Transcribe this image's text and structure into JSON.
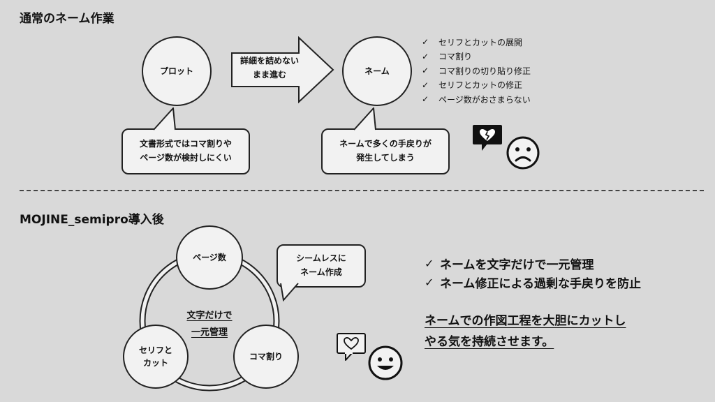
{
  "before": {
    "heading": "通常のネーム作業",
    "plot_label": "プロット",
    "arrow_label": "詳細を詰めない\nまま進む",
    "name_label": "ネーム",
    "plot_bubble": "文書形式ではコマ割りや\nページ数が検討しにくい",
    "name_bubble": "ネームで多くの手戻りが\n発生してしまう",
    "checklist": [
      "セリフとカットの展開",
      "コマ割り",
      "コマ割りの切り貼り修正",
      "セリフとカットの修正",
      "ページ数がおさまらない"
    ],
    "check_glyph": "✓",
    "icons": [
      "broken-heart-icon",
      "sad-face-icon"
    ]
  },
  "after": {
    "heading": "MOJINE_semipro導入後",
    "circles": {
      "pages": "ページ数",
      "dialogue": "セリフと\nカット",
      "panels": "コマ割り"
    },
    "center_text": "文字だけで\n一元管理",
    "bubble": "シームレスに\nネーム作成",
    "benefits": [
      "ネームを文字だけで一元管理",
      "ネーム修正による過剰な手戻りを防止"
    ],
    "conclusion_lines": [
      "ネームでの作図工程を大胆にカットし",
      "やる気を持続させます。"
    ],
    "icons": [
      "heart-icon",
      "happy-face-icon"
    ]
  }
}
